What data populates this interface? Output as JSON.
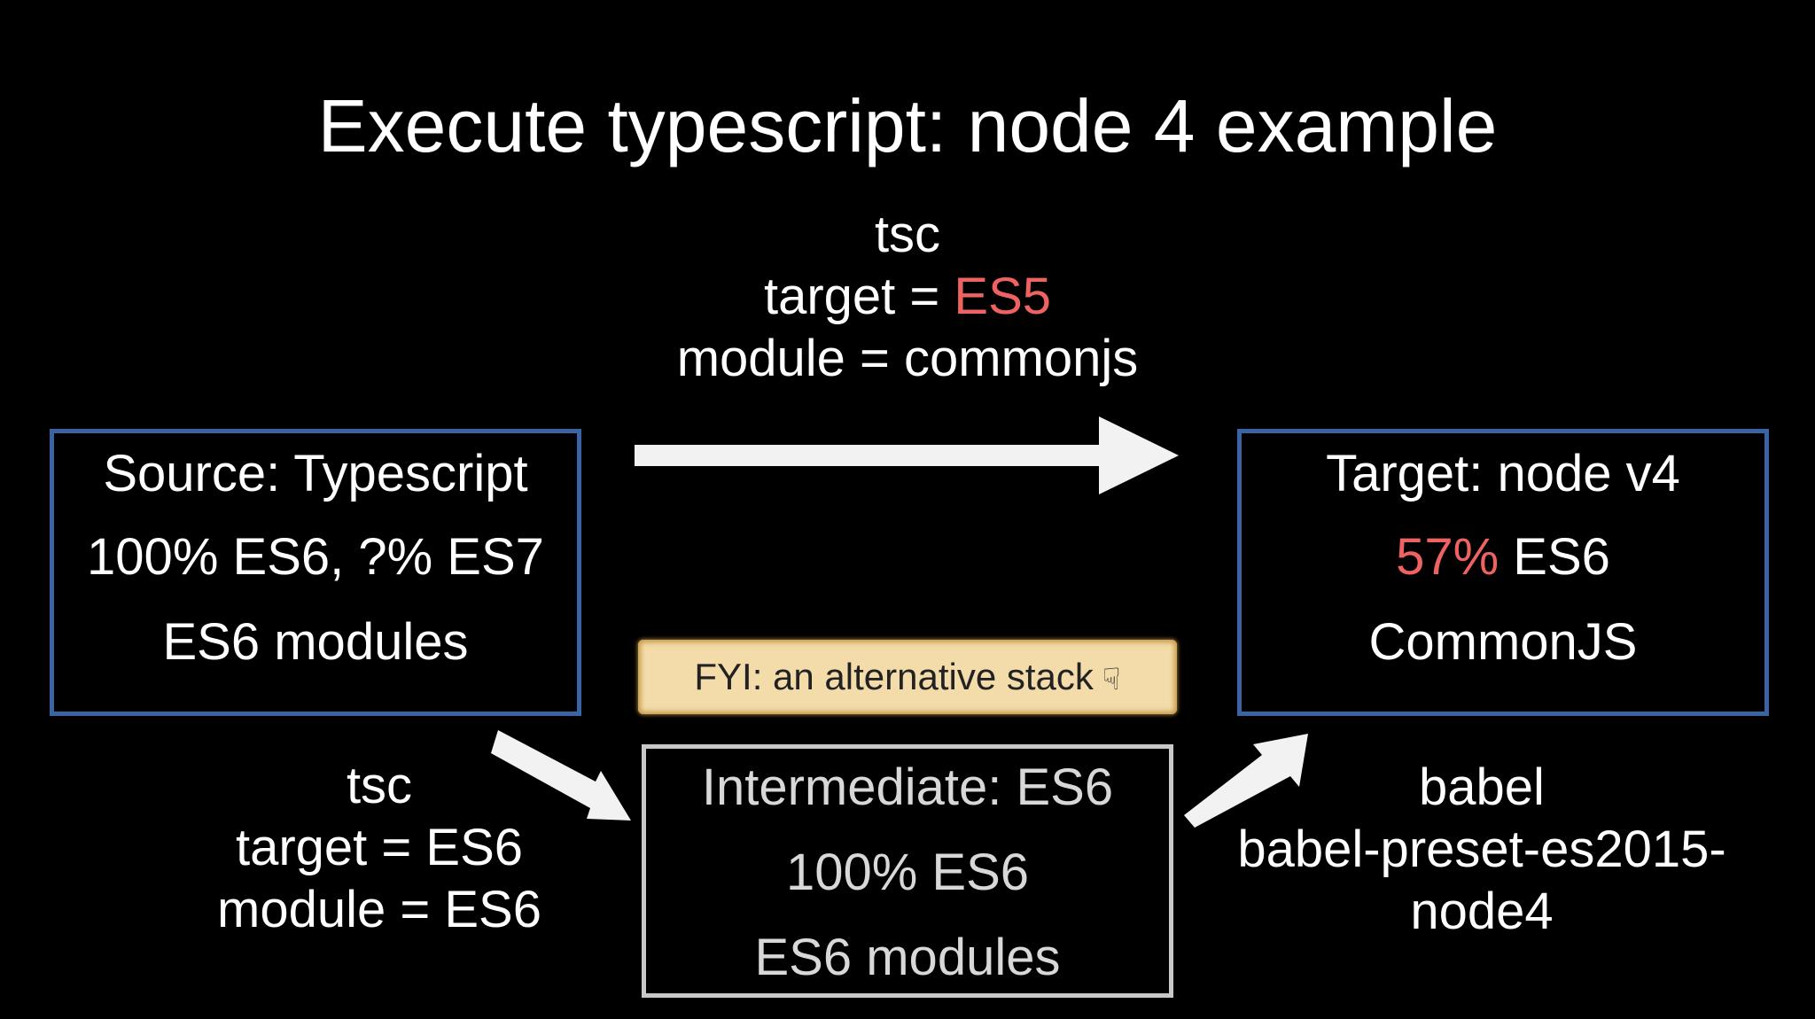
{
  "title": "Execute typescript: node 4 example",
  "top_step": {
    "tool": "tsc",
    "target_prefix": "target = ",
    "target_value": "ES5",
    "module": "module = commonjs"
  },
  "source_box": {
    "title": "Source: Typescript",
    "support": "100% ES6, ?% ES7",
    "modules": "ES6 modules"
  },
  "target_box": {
    "title": "Target: node v4",
    "support_value": "57%",
    "support_suffix": " ES6",
    "modules": "CommonJS"
  },
  "fyi_note": {
    "text": "FYI: an alternative stack",
    "icon": "pointing-hand-icon"
  },
  "intermediate_box": {
    "title": "Intermediate: ES6",
    "support": "100% ES6",
    "modules": "ES6 modules"
  },
  "bottom_left_step": {
    "tool": "tsc",
    "target": "target = ES6",
    "module": "module = ES6"
  },
  "bottom_right_step": {
    "tool": "babel",
    "preset_line1": "babel-preset-es2015-",
    "preset_line2": "node4"
  },
  "colors": {
    "background": "#000000",
    "text": "#ffffff",
    "accent": "#ef6262",
    "box_border": "#3b64a5",
    "intermediate_border": "#c8c8c8",
    "arrow": "#f2f2f2",
    "note_background": "#f3dcaa"
  }
}
